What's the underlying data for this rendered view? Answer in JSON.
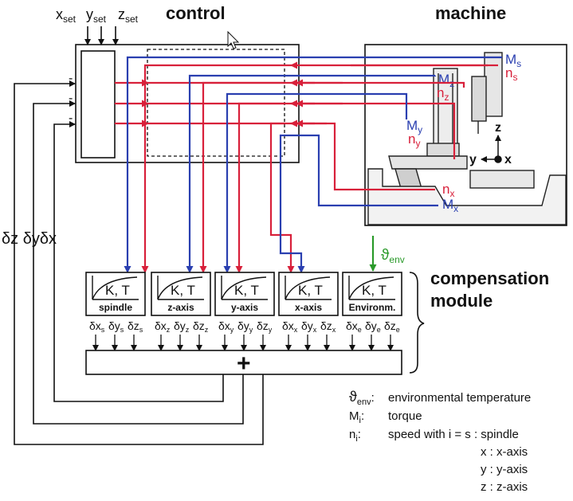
{
  "titles": {
    "control": "control",
    "machine": "machine",
    "compensation": [
      "compensation",
      "module"
    ]
  },
  "inputs": {
    "x": {
      "base": "x",
      "sub": "set"
    },
    "y": {
      "base": "y",
      "sub": "set"
    },
    "z": {
      "base": "z",
      "sub": "set"
    }
  },
  "feedback_label": "δz δyδx",
  "minus_sign": "-",
  "machine_signals": {
    "Ms": {
      "base": "M",
      "sub": "s"
    },
    "ns": {
      "base": "n",
      "sub": "s"
    },
    "Mz": {
      "base": "M",
      "sub": "z"
    },
    "nz": {
      "base": "n",
      "sub": "z"
    },
    "My": {
      "base": "M",
      "sub": "y"
    },
    "ny": {
      "base": "n",
      "sub": "y"
    },
    "nx": {
      "base": "n",
      "sub": "x"
    },
    "Mx": {
      "base": "M",
      "sub": "x"
    }
  },
  "axes": {
    "z": "z",
    "y": "y",
    "x": "x"
  },
  "env_temp": {
    "base": "ϑ",
    "sub": "env"
  },
  "modules": [
    {
      "kt": "K, T",
      "label": "spindle",
      "outputs": [
        [
          "δx",
          "s"
        ],
        [
          "δy",
          "s"
        ],
        [
          "δz",
          "s"
        ]
      ]
    },
    {
      "kt": "K, T",
      "label": "z-axis",
      "outputs": [
        [
          "δx",
          "z"
        ],
        [
          "δy",
          "z"
        ],
        [
          "δz",
          "z"
        ]
      ]
    },
    {
      "kt": "K, T",
      "label": "y-axis",
      "outputs": [
        [
          "δx",
          "y"
        ],
        [
          "δy",
          "y"
        ],
        [
          "δz",
          "y"
        ]
      ]
    },
    {
      "kt": "K, T",
      "label": "x-axis",
      "outputs": [
        [
          "δx",
          "x"
        ],
        [
          "δy",
          "x"
        ],
        [
          "δz",
          "x"
        ]
      ]
    },
    {
      "kt": "K, T",
      "label": "Environm.",
      "outputs": [
        [
          "δx",
          "e"
        ],
        [
          "δy",
          "e"
        ],
        [
          "δz",
          "e"
        ]
      ]
    }
  ],
  "sum_symbol": "+",
  "legend": {
    "env": {
      "sym": "ϑ",
      "sub": "env",
      "colon": ":",
      "text": "environmental temperature"
    },
    "torque": {
      "sym": "M",
      "sub": "i",
      "colon": ":",
      "text": "torque"
    },
    "speed": {
      "sym": "n",
      "sub": "i",
      "colon": ":",
      "text": "speed with i = s : spindle"
    },
    "rows": [
      "x : x-axis",
      "y : y-axis",
      "z : z-axis"
    ]
  },
  "colors": {
    "red": "#d8203a",
    "blue": "#2a3fb0",
    "green": "#2a9a2a",
    "black": "#111111"
  }
}
